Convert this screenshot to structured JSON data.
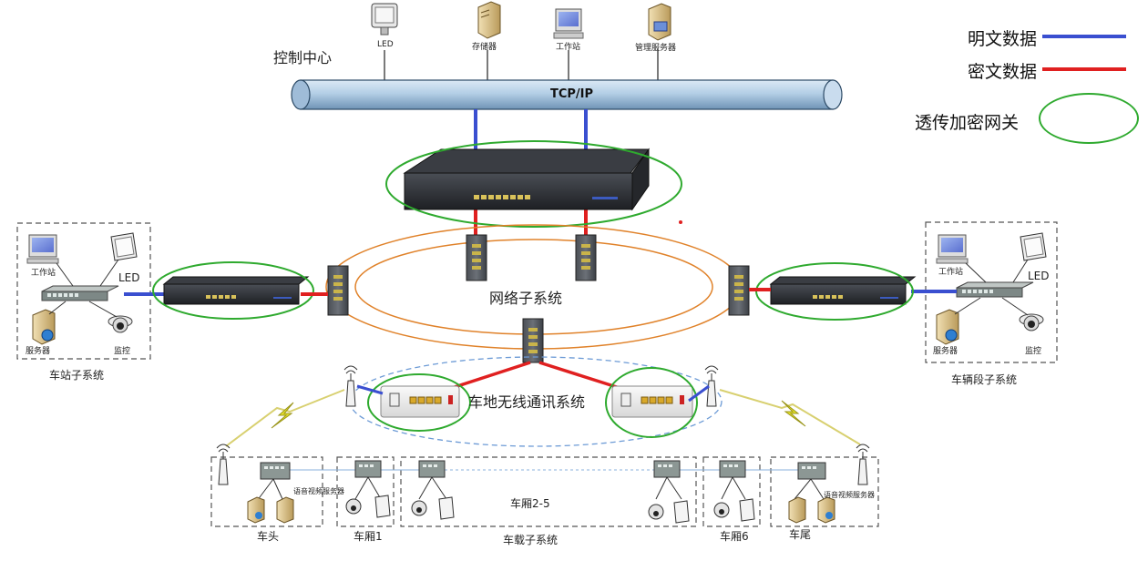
{
  "control_center": {
    "title": "控制中心",
    "bus_label": "TCP/IP",
    "devices": [
      "LED",
      "存储器",
      "工作站",
      "管理服务器"
    ]
  },
  "legend": {
    "plain": {
      "label": "明文数据",
      "color": "#3a4fd0"
    },
    "cipher": {
      "label": "密文数据",
      "color": "#e02020"
    },
    "gateway": {
      "label": "透传加密网关",
      "color": "#2faa2f"
    }
  },
  "network": {
    "ring_label": "网络子系统",
    "ring_color": "#e0822a",
    "wireless_label": "车地无线通讯系统"
  },
  "station": {
    "title": "车站子系统",
    "workstation": "工作站",
    "led": "LED",
    "server": "服务器",
    "monitor": "监控"
  },
  "depot": {
    "title": "车辆段子系统",
    "workstation": "工作站",
    "led": "LED",
    "server": "服务器",
    "monitor": "监控"
  },
  "train": {
    "title": "车载子系统",
    "head": "车头",
    "car1": "车厢1",
    "car25": "车厢2-5",
    "car6": "车厢6",
    "tail": "车尾",
    "av_server_head": "语音视频服务器",
    "av_server_tail": "语音视频服务器"
  }
}
